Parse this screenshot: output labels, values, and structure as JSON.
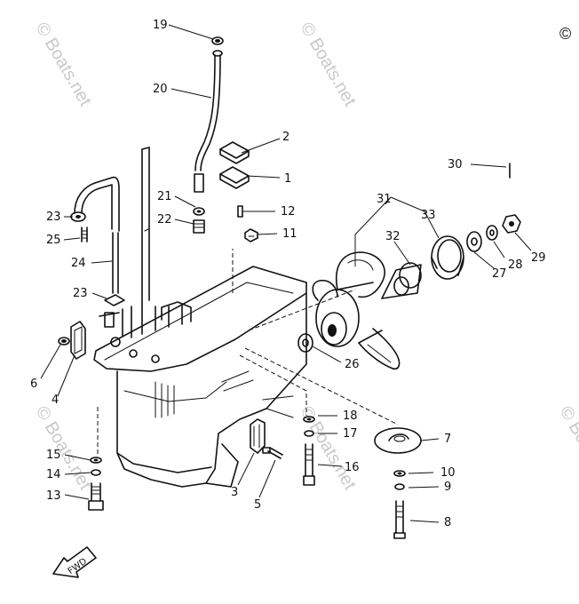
{
  "diagram": {
    "watermark_text": "© Boats.net",
    "corner_mark": "©",
    "fwd_label": "FWD",
    "callouts": [
      {
        "id": "c1",
        "label": "1"
      },
      {
        "id": "c2",
        "label": "2"
      },
      {
        "id": "c3",
        "label": "3"
      },
      {
        "id": "c4",
        "label": "4"
      },
      {
        "id": "c5",
        "label": "5"
      },
      {
        "id": "c6",
        "label": "6"
      },
      {
        "id": "c7",
        "label": "7"
      },
      {
        "id": "c8",
        "label": "8"
      },
      {
        "id": "c9",
        "label": "9"
      },
      {
        "id": "c10",
        "label": "10"
      },
      {
        "id": "c11",
        "label": "11"
      },
      {
        "id": "c12",
        "label": "12"
      },
      {
        "id": "c13",
        "label": "13"
      },
      {
        "id": "c14",
        "label": "14"
      },
      {
        "id": "c15",
        "label": "15"
      },
      {
        "id": "c16",
        "label": "16"
      },
      {
        "id": "c17",
        "label": "17"
      },
      {
        "id": "c18",
        "label": "18"
      },
      {
        "id": "c19",
        "label": "19"
      },
      {
        "id": "c20",
        "label": "20"
      },
      {
        "id": "c21",
        "label": "21"
      },
      {
        "id": "c22",
        "label": "22"
      },
      {
        "id": "c23a",
        "label": "23"
      },
      {
        "id": "c23b",
        "label": "23"
      },
      {
        "id": "c24",
        "label": "24"
      },
      {
        "id": "c25",
        "label": "25"
      },
      {
        "id": "c26",
        "label": "26"
      },
      {
        "id": "c27",
        "label": "27"
      },
      {
        "id": "c28",
        "label": "28"
      },
      {
        "id": "c29",
        "label": "29"
      },
      {
        "id": "c30",
        "label": "30"
      },
      {
        "id": "c31",
        "label": "31"
      },
      {
        "id": "c32",
        "label": "32"
      },
      {
        "id": "c33",
        "label": "33"
      }
    ]
  }
}
